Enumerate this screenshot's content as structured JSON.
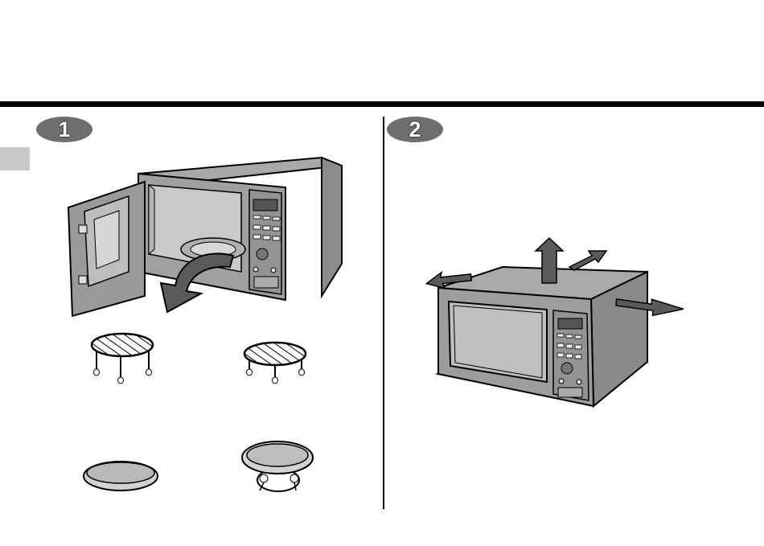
{
  "steps": [
    {
      "number": "1"
    },
    {
      "number": "2"
    }
  ],
  "colors": {
    "rule": "#000000",
    "badge": "#6e6e6e",
    "appliance_body": "#9a9a9a",
    "appliance_dark": "#555555",
    "tab": "#c8c8c8"
  },
  "icons": {
    "step1": [
      "open-microwave-illustration",
      "turntable-removal-arrow-icon",
      "low-rack-illustration",
      "high-rack-illustration",
      "glass-tray-illustration",
      "roller-ring-tray-illustration"
    ],
    "step2": [
      "microwave-clearance-illustration",
      "clearance-arrow-icon"
    ]
  }
}
